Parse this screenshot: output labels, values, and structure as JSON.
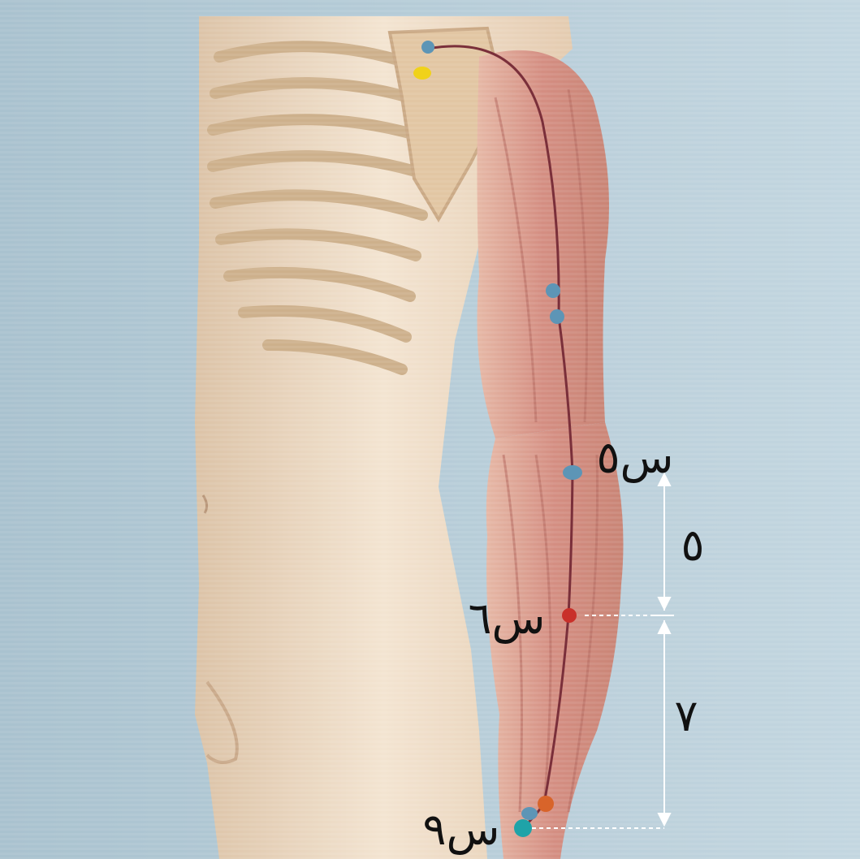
{
  "labels": {
    "point_s5": "س٥",
    "point_s6": "س٦",
    "point_s9": "س٩",
    "dist_upper": "٥",
    "dist_lower": "٧"
  },
  "colors": {
    "background": "#b8cdd8",
    "skin": "#e9d3b8",
    "muscle": "#d79a8c",
    "meridian": "#7a2f3a",
    "point_blue": "#5d95b6",
    "point_yellow": "#f0d21a",
    "point_red": "#c9302a",
    "point_orange": "#d8642a",
    "point_teal": "#1fa3a8",
    "measure": "#ffffff"
  }
}
